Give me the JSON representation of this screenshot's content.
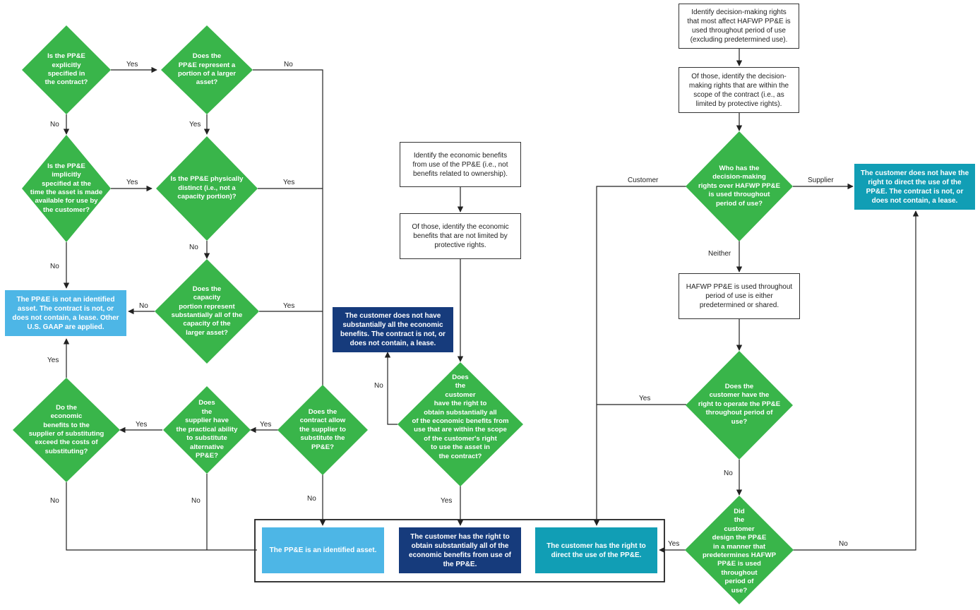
{
  "colors": {
    "green": "#39b54a",
    "light_blue": "#4db6e6",
    "dark_blue": "#163b7c",
    "teal": "#119eb5",
    "line": "#222222"
  },
  "diagram": {
    "diamonds": {
      "d1": "Is the PP&E\nexplicitly\nspecified in\nthe contract?",
      "d2": "Does the\nPP&E represent a\nportion of a larger\nasset?",
      "d3": "Is the PP&E\nimplicitly\nspecified at the\ntime the asset is made\navailable for use by\nthe customer?",
      "d4": "Is the PP&E physically\ndistinct (i.e., not a\ncapacity portion)?",
      "d5": "Does the\ncapacity\nportion represent\nsubstantially all of the\ncapacity of the\nlarger asset?",
      "d6": "Do the\neconomic\nbenefits to the\nsupplier of substituting\nexceed the costs of\nsubstituting?",
      "d7": "Does\nthe\nsupplier have\nthe practical ability\nto substitute\nalternative\nPP&E?",
      "d8": "Does the\ncontract allow\nthe supplier to\nsubstitute the\nPP&E?",
      "d9": "Does\nthe\ncustomer\nhave the right to\nobtain substantially all\nof the economic benefits from\nuse that are within the scope\nof the customer's right\nto use the asset in\nthe contract?",
      "d10": "Who has the\ndecision-making\nrights over HAFWP PP&E\nis used throughout\nperiod of use?",
      "d11": "Does the\ncustomer have the\nright to operate the PP&E\nthroughout period of\nuse?",
      "d12": "Did\nthe\ncustomer\ndesign the PP&E\nin a manner that\npredetermines HAFWP\nPP&E is used\nthroughout\nperiod of\nuse?"
    },
    "boxes": {
      "not_identified": "The PP&E is not an identified asset. The contract is not, or does not contain, a lease. Other U.S. GAAP are applied.",
      "benefits_identify": "Identify the economic benefits from use of the PP&E (i.e., not benefits related to ownership).",
      "benefits_limited": "Of those, identify the economic benefits that are not limited by protective rights.",
      "no_benefits": "The customer does not have substantially all the economic benefits. The contract is not, or does not contain, a lease.",
      "rights_identify": "Identify decision-making rights that most affect HAFWP PP&E is used throughout period of use (excluding predetermined use).",
      "rights_scope": "Of those, identify the decision-making rights that are within the scope of the contract (i.e., as limited by protective rights).",
      "no_direct": "The customer does not have the right to direct the use of the PP&E. The contract is not, or does not contain, a lease.",
      "predetermined": "HAFWP PP&E is used throughout period of use is either predetermined or shared.",
      "identified": "The PP&E is an identified asset.",
      "has_benefits": "The customer has the right to obtain substantially all of the economic benefits from use of the PP&E.",
      "has_direct": "The customer has the right to direct the use of the PP&E."
    },
    "labels": {
      "yes": "Yes",
      "no": "No",
      "customer": "Customer",
      "supplier": "Supplier",
      "neither": "Neither"
    }
  }
}
